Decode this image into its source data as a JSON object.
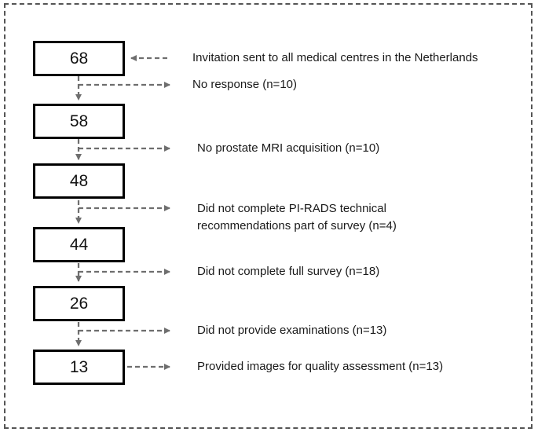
{
  "nodes": [
    {
      "value": "68"
    },
    {
      "value": "58"
    },
    {
      "value": "48"
    },
    {
      "value": "44"
    },
    {
      "value": "26"
    },
    {
      "value": "13"
    }
  ],
  "labels": {
    "invitation": "Invitation sent to all medical centres in the Netherlands",
    "no_response": "No response (n=10)",
    "no_mri": "No prostate MRI acquisition (n=10)",
    "pirads_line1": "Did not complete PI-RADS technical",
    "pirads_line2": "recommendations part of survey (n=4)",
    "full_survey": "Did not complete full survey (n=18)",
    "no_exams": "Did not provide examinations (n=13)",
    "provided": "Provided images for quality assessment (n=13)"
  },
  "colors": {
    "box_border": "#000000",
    "arrow": "#6e6e6e",
    "frame": "#555555"
  }
}
